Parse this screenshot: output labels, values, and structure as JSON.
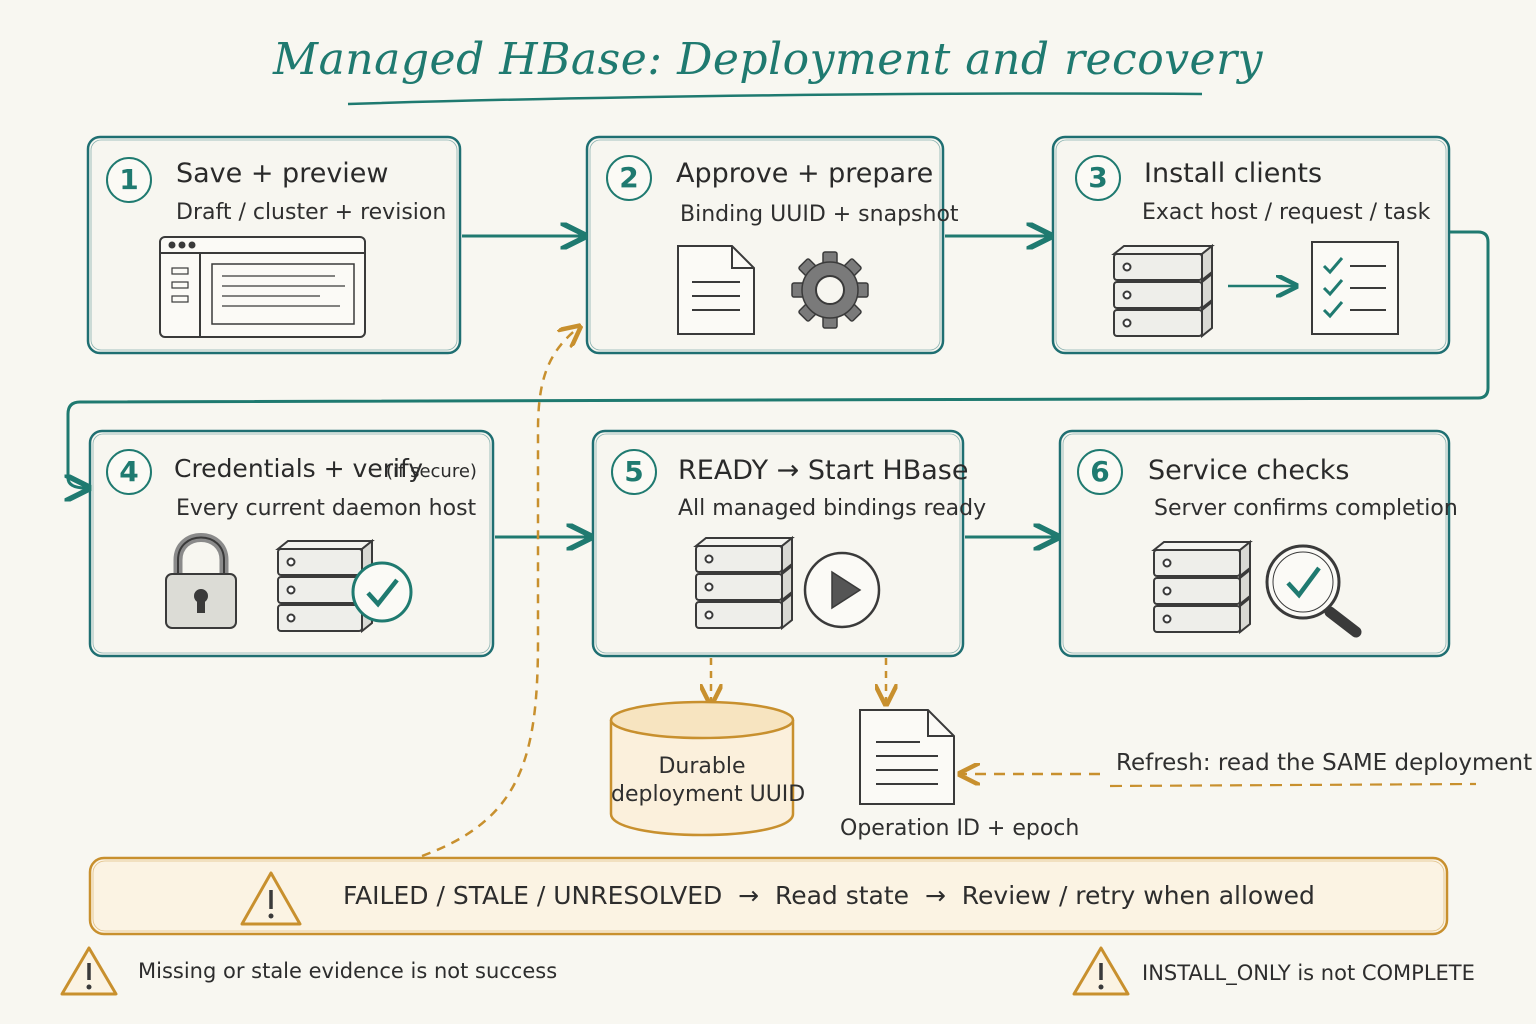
{
  "title": "Managed HBase: Deployment and recovery",
  "steps": [
    {
      "num": "1",
      "heading": "Save + preview",
      "detail": "Draft / cluster + revision"
    },
    {
      "num": "2",
      "heading": "Approve + prepare",
      "detail": "Binding UUID + snapshot"
    },
    {
      "num": "3",
      "heading": "Install clients",
      "detail": "Exact host / request / task"
    },
    {
      "num": "4",
      "heading": "Credentials + verify",
      "heading_note": "(if secure)",
      "detail": "Every current daemon host"
    },
    {
      "num": "5",
      "heading": "READY → Start HBase",
      "detail": "All managed bindings ready"
    },
    {
      "num": "6",
      "heading": "Service checks",
      "detail": "Server confirms completion"
    }
  ],
  "storage": {
    "line1": "Durable",
    "line2": "deployment UUID"
  },
  "operation": {
    "label": "Operation ID + epoch"
  },
  "refresh": {
    "label": "Refresh: read the SAME deployment"
  },
  "banner": {
    "text": "FAILED / STALE / UNRESOLVED  →  Read state  →  Review / retry when allowed"
  },
  "notes": {
    "left": "Missing or stale evidence is not success",
    "right": "INSTALL_ONLY is not COMPLETE"
  },
  "colors": {
    "teal": "#1f7a70",
    "amber": "#c8902e",
    "ink": "#3a3a3a"
  },
  "icons": [
    "browser-window-icon",
    "document-icon",
    "gear-icon",
    "server-stack-icon",
    "checklist-icon",
    "padlock-icon",
    "check-circle-icon",
    "play-icon",
    "magnifier-check-icon",
    "database-icon",
    "warning-icon"
  ]
}
